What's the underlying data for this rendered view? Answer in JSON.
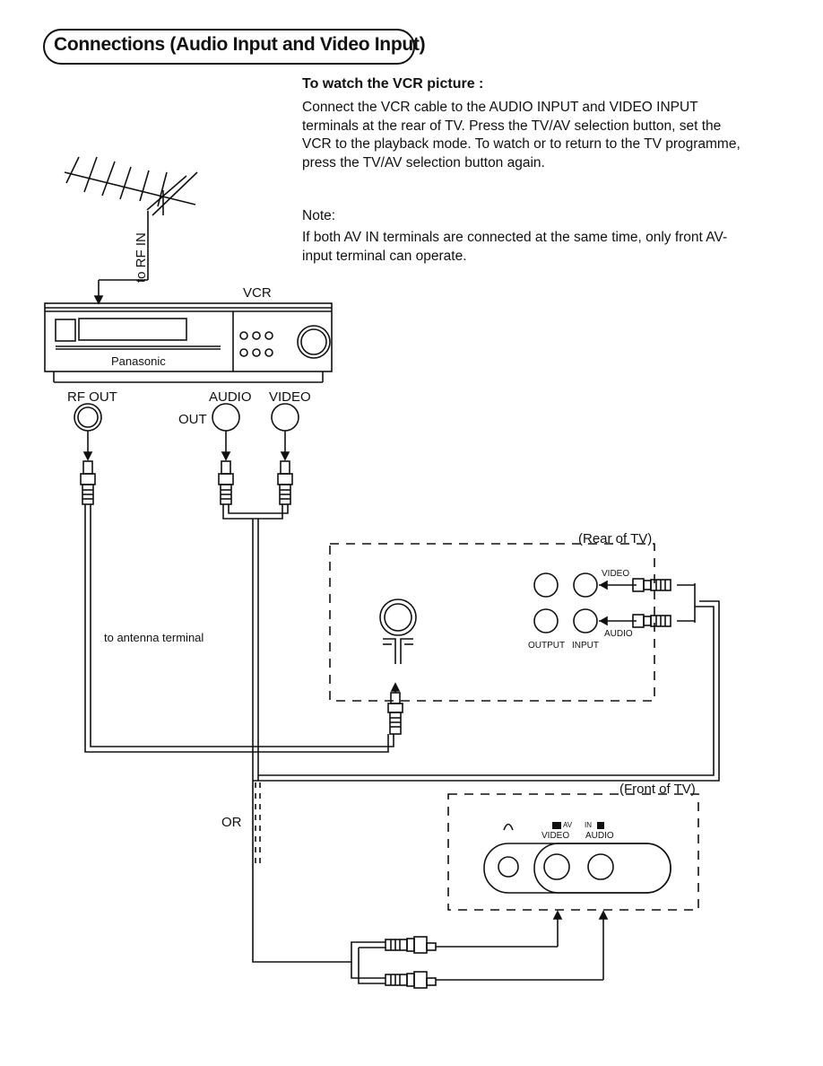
{
  "header": {
    "title": "Connections (Audio Input and Video Input)"
  },
  "instructions": {
    "heading": "To watch the VCR picture :",
    "body": "Connect the VCR cable to the AUDIO INPUT and VIDEO INPUT terminals at the rear of TV. Press the TV/AV selection button, set the VCR to the playback mode. To watch or to return to the TV programme, press the TV/AV selection button again.",
    "note_label": "Note:",
    "note": "If both AV IN terminals are connected at the same time, only front AV-input terminal can operate."
  },
  "diagram": {
    "antenna_label": "to RF IN",
    "vcr_label": "VCR",
    "vcr_brand": "Panasonic",
    "rf_out": "RF OUT",
    "audio": "AUDIO",
    "out": "OUT",
    "video": "VIDEO",
    "antenna_terminal": "to antenna terminal",
    "rear_label": "(Rear of TV)",
    "rear_video": "VIDEO",
    "rear_audio": "AUDIO",
    "rear_output": "OUTPUT",
    "rear_input": "INPUT",
    "or": "OR",
    "front_label": "(Front of TV)",
    "front_av": "AV",
    "front_in": "IN",
    "front_video": "VIDEO",
    "front_audio": "AUDIO"
  }
}
